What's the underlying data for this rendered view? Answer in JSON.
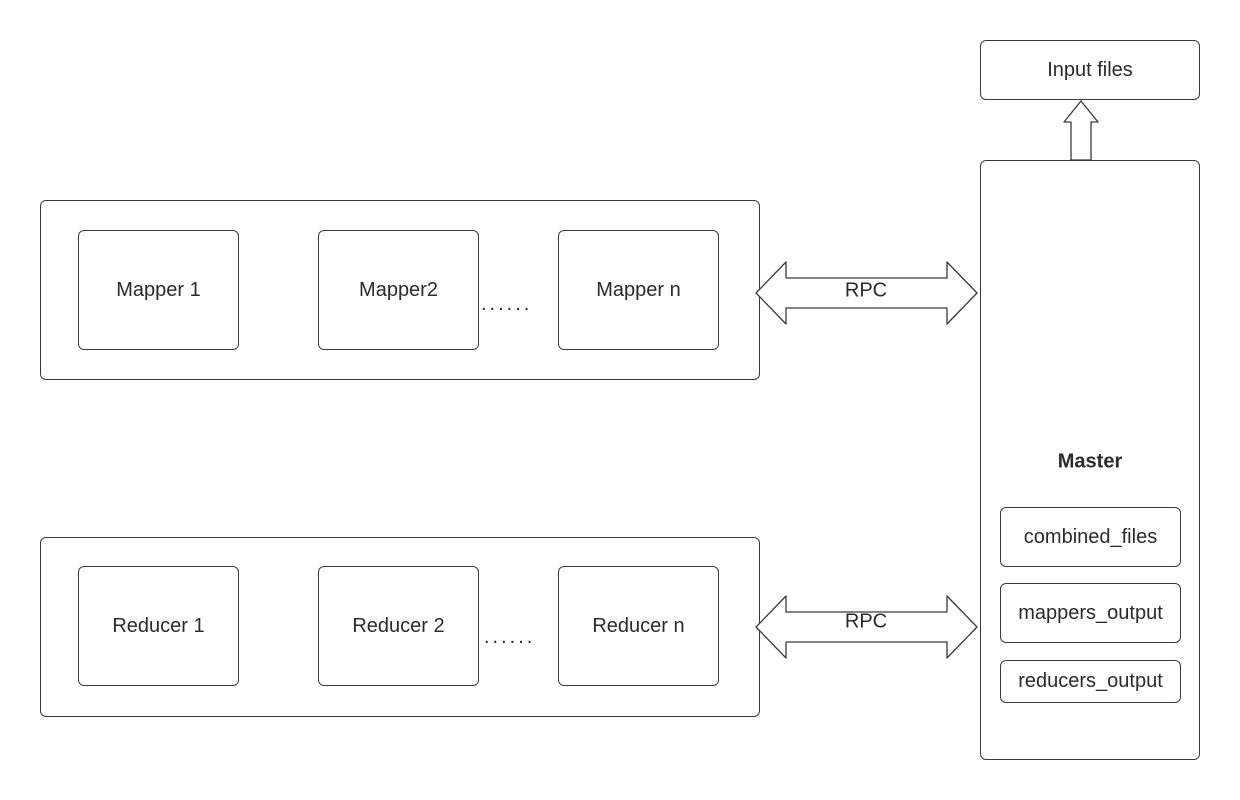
{
  "input_files": "Input files",
  "mapper_group": {
    "nodes": [
      "Mapper 1",
      "Mapper2",
      "Mapper n"
    ],
    "ellipsis": "......"
  },
  "reducer_group": {
    "nodes": [
      "Reducer 1",
      "Reducer 2",
      "Reducer n"
    ],
    "ellipsis": "......"
  },
  "rpc_top": "RPC",
  "rpc_bottom": "RPC",
  "master": {
    "title": "Master",
    "stores": [
      "combined_files",
      "mappers_output",
      "reducers_output"
    ]
  }
}
